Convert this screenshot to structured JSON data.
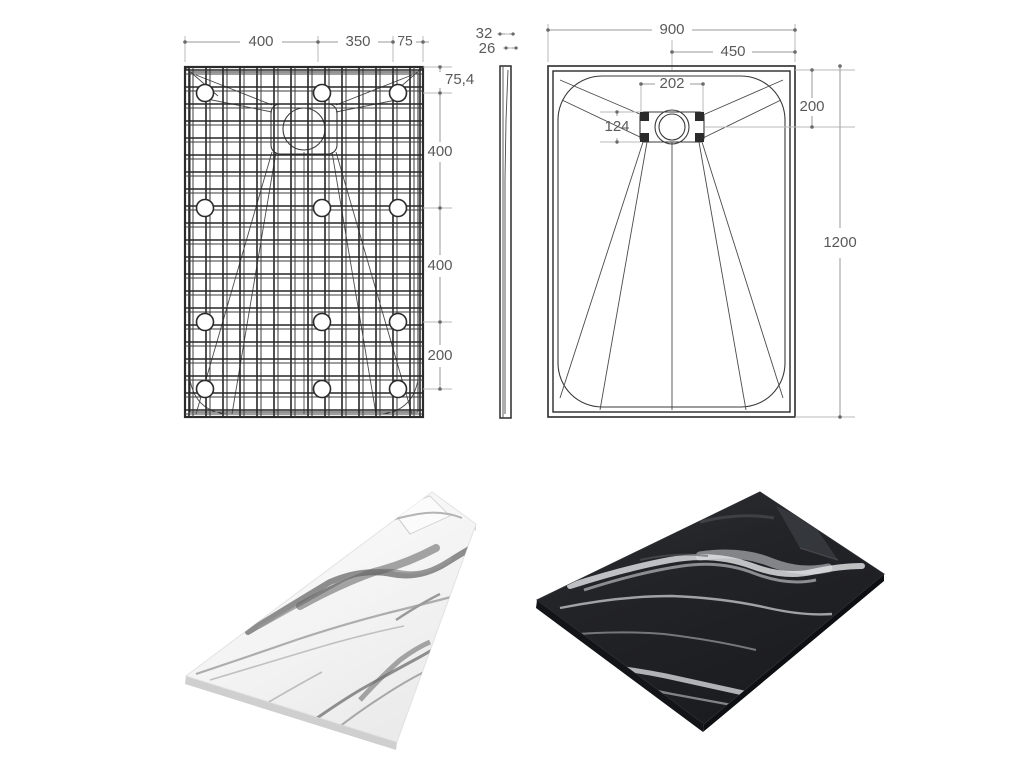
{
  "document": {
    "type": "technical-drawing-sheet",
    "subject": "Shower tray / shower base",
    "background_color": "#ffffff",
    "line_color": "#2b2b2b",
    "dimension_color": "#5a5a5a"
  },
  "views": {
    "plan_structural": {
      "name": "Plan view with reinforcement mesh",
      "dimensions_top": [
        {
          "label": "400",
          "value": 400,
          "unit": "mm"
        },
        {
          "label": "350",
          "value": 350,
          "unit": "mm"
        },
        {
          "label": "75",
          "value": 75,
          "unit": "mm"
        }
      ],
      "dimensions_right": [
        {
          "label": "75,4",
          "value": 75.4,
          "unit": "mm"
        },
        {
          "label": "400",
          "value": 400,
          "unit": "mm"
        },
        {
          "label": "400",
          "value": 400,
          "unit": "mm"
        },
        {
          "label": "200",
          "value": 200,
          "unit": "mm"
        }
      ],
      "feature_holes_rows": 4,
      "feature_holes_cols": 3,
      "drain": "center-top rectangular drain with round waste outlet"
    },
    "side_section": {
      "name": "Side edge section",
      "dimensions_top": [
        {
          "label": "32",
          "value": 32,
          "unit": "mm"
        },
        {
          "label": "26",
          "value": 26,
          "unit": "mm"
        }
      ]
    },
    "plan_outline": {
      "name": "Plan view with drainage slopes",
      "dimensions_top": [
        {
          "label": "900",
          "value": 900,
          "unit": "mm"
        },
        {
          "label": "450",
          "value": 450,
          "unit": "mm"
        },
        {
          "label": "202",
          "value": 202,
          "unit": "mm"
        }
      ],
      "dimensions_inner": [
        {
          "label": "124",
          "value": 124,
          "unit": "mm"
        }
      ],
      "dimensions_right": [
        {
          "label": "200",
          "value": 200,
          "unit": "mm"
        },
        {
          "label": "1200",
          "value": 1200,
          "unit": "mm"
        }
      ],
      "drain": "central rectangular drain housing with concentric circular waste"
    }
  },
  "photos": [
    {
      "name": "white-marble-shower-tray",
      "finish": "White marble effect",
      "base_color": "#f4f4f4",
      "vein_color": "#8c8c8c",
      "edge_color": "#d8d8d8"
    },
    {
      "name": "black-marble-shower-tray",
      "finish": "Black marble effect",
      "base_color": "#222326",
      "vein_color": "#c9cbcd",
      "edge_color": "#101114"
    }
  ]
}
